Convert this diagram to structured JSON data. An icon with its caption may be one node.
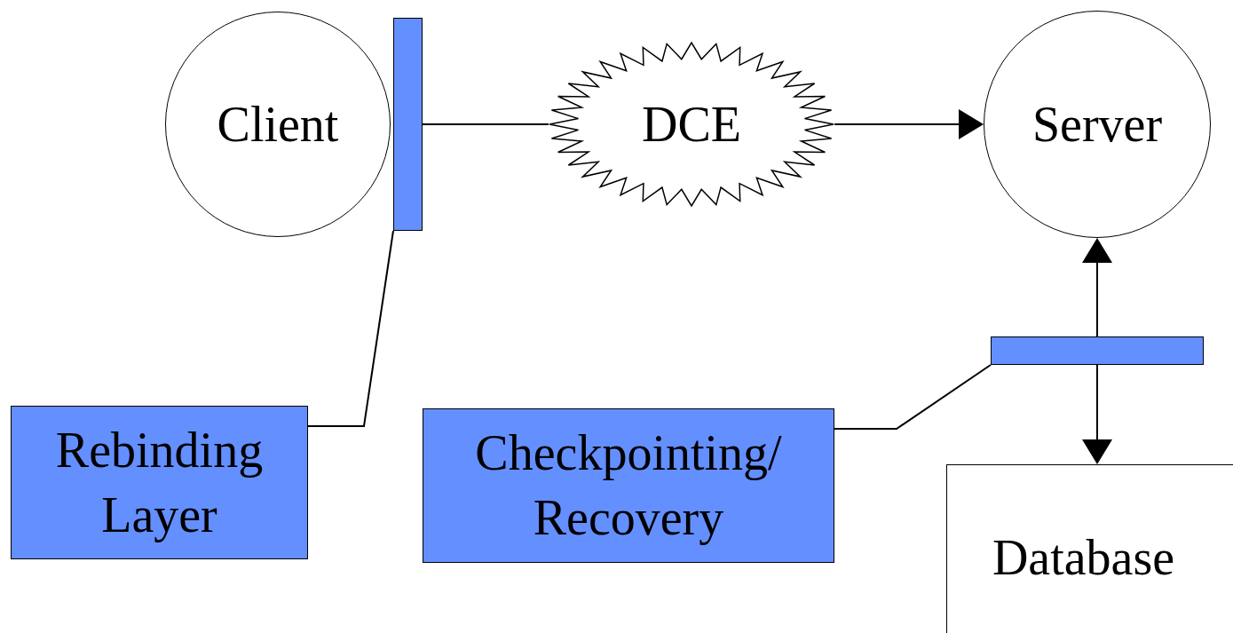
{
  "diagram": {
    "nodes": [
      {
        "text": [
          "Client"
        ]
      },
      {
        "text": [],
        "shape": "bar"
      },
      {
        "text": [
          "DCE"
        ]
      },
      {
        "text": [
          "Server"
        ]
      },
      {
        "text": [],
        "shape": "bar"
      },
      {
        "text": [
          "Database"
        ]
      },
      {
        "text": [
          "Rebinding Layer"
        ]
      },
      {
        "text": [
          "Checkpointing/ Recovery"
        ]
      }
    ],
    "edges": [
      {
        "from": 1,
        "to": 2,
        "arrow": "none"
      },
      {
        "from": 2,
        "to": 3,
        "arrow": "to"
      },
      {
        "from": 4,
        "to": 3,
        "arrow": "to"
      },
      {
        "from": 4,
        "to": 5,
        "arrow": "to"
      },
      {
        "from": 6,
        "to": 1,
        "arrow": "none"
      },
      {
        "from": 7,
        "to": 4,
        "arrow": "none"
      }
    ]
  }
}
